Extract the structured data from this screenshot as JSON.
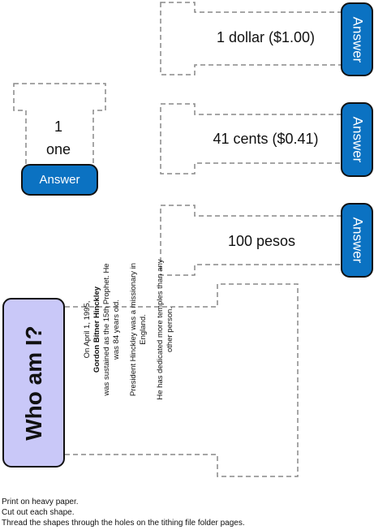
{
  "cutouts": [
    {
      "amount": "1 dollar ($1.00)",
      "button": "Answer"
    },
    {
      "amount": "41 cents ($0.41)",
      "button": "Answer"
    },
    {
      "amount": "100 pesos",
      "button": "Answer"
    }
  ],
  "one": {
    "line1": "1",
    "line2": "one",
    "button": "Answer"
  },
  "who": {
    "title": "Who am I?",
    "clue1_before": "On April 1, 1995,",
    "clue1_name": "Gordon Bitner Hinckley",
    "clue1_after": "was sustained as the 15th Prophet. He was 84 years old.",
    "clue2": "President Hinckley was a missionary in England.",
    "clue3": "He has dedicated more temples than any other person."
  },
  "instructions": [
    "Print on heavy paper.",
    "Cut out each shape.",
    "Thread the shapes through the holes on the tithing file folder pages."
  ],
  "colors": {
    "tab": "#0b72c2",
    "who_bg": "#c9c8f8",
    "dash": "#888888"
  }
}
